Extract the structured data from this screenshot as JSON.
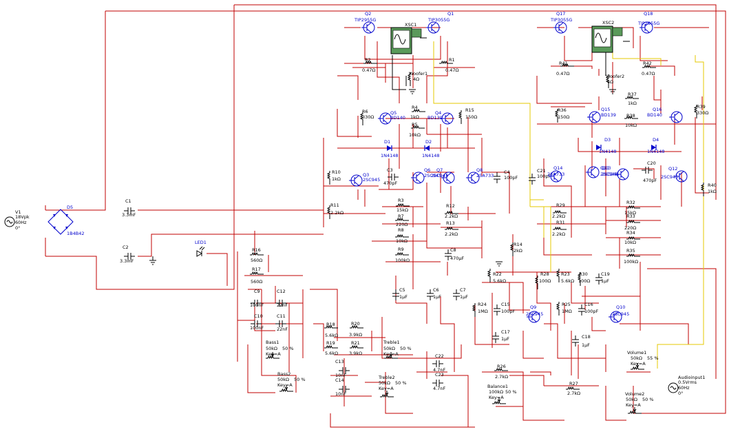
{
  "colors": {
    "wire": "#c00000",
    "wire_probe": "#e6c800",
    "semiconductor": "#0000cc",
    "scope_bg": "#5a9a5a"
  },
  "components": [
    {
      "id": "V1",
      "name": "V1",
      "lines": [
        "18Vpk",
        "60Hz",
        "0°"
      ]
    },
    {
      "id": "D5",
      "name": "D5",
      "value": "1B4B42"
    },
    {
      "id": "C1",
      "name": "C1",
      "value": "3.3mF"
    },
    {
      "id": "C2",
      "name": "C2",
      "value": "3.3mF"
    },
    {
      "id": "LED1",
      "name": "LED1"
    },
    {
      "id": "Q2",
      "name": "Q2",
      "value": "TIP2955G"
    },
    {
      "id": "Q1",
      "name": "Q1",
      "value": "TIP3055G"
    },
    {
      "id": "XSC1",
      "name": "XSC1"
    },
    {
      "id": "R2",
      "name": "R2",
      "value": "0.47Ω"
    },
    {
      "id": "R1",
      "name": "R1",
      "value": "0.47Ω"
    },
    {
      "id": "Woofer1",
      "name": "Woofer1",
      "value": "4Ω"
    },
    {
      "id": "R6",
      "name": "R6",
      "value": "330Ω"
    },
    {
      "id": "Q5",
      "name": "Q5",
      "value": "BD140"
    },
    {
      "id": "R4",
      "name": "R4",
      "value": "1kΩ"
    },
    {
      "id": "Q4",
      "name": "Q4",
      "value": "BD139"
    },
    {
      "id": "R15",
      "name": "R15",
      "value": "150Ω"
    },
    {
      "id": "R5",
      "name": "R5",
      "value": "10kΩ"
    },
    {
      "id": "D1",
      "name": "D1",
      "value": "1N4148"
    },
    {
      "id": "D2",
      "name": "D2",
      "value": "1N4148"
    },
    {
      "id": "R10",
      "name": "R10",
      "value": "1kΩ"
    },
    {
      "id": "Q3",
      "name": "Q3",
      "value": "2SC945"
    },
    {
      "id": "C3",
      "name": "C3",
      "value": "470pF"
    },
    {
      "id": "Q6",
      "name": "Q6",
      "value": "2SC945"
    },
    {
      "id": "Q7",
      "name": "Q7",
      "value": "2SC945"
    },
    {
      "id": "Q8",
      "name": "Q8",
      "value": "2SA733"
    },
    {
      "id": "C4",
      "name": "C4",
      "value": "100pF"
    },
    {
      "id": "R11",
      "name": "R11",
      "value": "2.2kΩ"
    },
    {
      "id": "R3",
      "name": "R3",
      "value": "15kΩ"
    },
    {
      "id": "R7",
      "name": "R7",
      "value": "220Ω"
    },
    {
      "id": "R12",
      "name": "R12",
      "value": "2.2kΩ"
    },
    {
      "id": "R13",
      "name": "R13",
      "value": "2.2kΩ"
    },
    {
      "id": "R8",
      "name": "R8",
      "value": "10kΩ"
    },
    {
      "id": "R9",
      "name": "R9",
      "value": "100kΩ"
    },
    {
      "id": "C8",
      "name": "C8",
      "value": "470µF"
    },
    {
      "id": "R14",
      "name": "R14",
      "value": "2kΩ"
    },
    {
      "id": "R16",
      "name": "R16",
      "value": "560Ω"
    },
    {
      "id": "R17",
      "name": "R17",
      "value": "560Ω"
    },
    {
      "id": "C9",
      "name": "C9",
      "value": "100nF"
    },
    {
      "id": "C12",
      "name": "C12",
      "value": "22nF"
    },
    {
      "id": "C10",
      "name": "C10",
      "value": "100nF"
    },
    {
      "id": "C11",
      "name": "C11",
      "value": "22nF"
    },
    {
      "id": "R18",
      "name": "R18",
      "value": "5.6kΩ"
    },
    {
      "id": "R20",
      "name": "R20",
      "value": "3.9kΩ"
    },
    {
      "id": "R19",
      "name": "R19",
      "value": "5.6kΩ"
    },
    {
      "id": "R21",
      "name": "R21",
      "value": "3.9kΩ"
    },
    {
      "id": "C5",
      "name": "C5",
      "value": "1µF"
    },
    {
      "id": "C6",
      "name": "C6",
      "value": "1µF"
    },
    {
      "id": "C7",
      "name": "C7",
      "value": "1µF"
    },
    {
      "id": "R24",
      "name": "R24",
      "value": "1MΩ"
    },
    {
      "id": "C15",
      "name": "C15",
      "value": "100pF"
    },
    {
      "id": "Q9",
      "name": "Q9",
      "value": "2SC945"
    },
    {
      "id": "C17",
      "name": "C17",
      "value": "1µF"
    },
    {
      "id": "R22",
      "name": "R22",
      "value": "5.6kΩ"
    },
    {
      "id": "R28",
      "name": "R28",
      "value": "100Ω"
    },
    {
      "id": "R23",
      "name": "R23",
      "value": "5.6kΩ"
    },
    {
      "id": "R30",
      "name": "R30",
      "value": "100Ω"
    },
    {
      "id": "C19",
      "name": "C19",
      "value": "1µF"
    },
    {
      "id": "R25",
      "name": "R25",
      "value": "1MΩ"
    },
    {
      "id": "C16",
      "name": "C16",
      "value": "100pF"
    },
    {
      "id": "Q10",
      "name": "Q10",
      "value": "2SC945"
    },
    {
      "id": "C18",
      "name": "C18",
      "value": "1µF"
    },
    {
      "id": "C13",
      "name": "C13",
      "value": "10nF"
    },
    {
      "id": "C14",
      "name": "C14",
      "value": "10nF"
    },
    {
      "id": "C22",
      "name": "C22",
      "value": "4.7nF"
    },
    {
      "id": "C23",
      "name": "C23",
      "value": "4.7nF"
    },
    {
      "id": "R26",
      "name": "R26",
      "value": "2.7kΩ"
    },
    {
      "id": "R27",
      "name": "R27",
      "value": "2.7kΩ"
    },
    {
      "id": "Q17",
      "name": "Q17",
      "value": "TIP3055G"
    },
    {
      "id": "XSC2",
      "name": "XSC2"
    },
    {
      "id": "Q18",
      "name": "Q18",
      "value": "TIP2955G"
    },
    {
      "id": "R41",
      "name": "R41",
      "value": "0.47Ω"
    },
    {
      "id": "R42",
      "name": "R42",
      "value": "0.47Ω"
    },
    {
      "id": "Woofer2",
      "name": "Woofer2",
      "value": "4Ω"
    },
    {
      "id": "R37",
      "name": "R37",
      "value": "1kΩ"
    },
    {
      "id": "R36",
      "name": "R36",
      "value": "150Ω"
    },
    {
      "id": "Q15",
      "name": "Q15",
      "value": "BD139"
    },
    {
      "id": "R38",
      "name": "R38",
      "value": "10kΩ"
    },
    {
      "id": "Q16",
      "name": "Q16",
      "value": "BD140"
    },
    {
      "id": "R39",
      "name": "R39",
      "value": "330Ω"
    },
    {
      "id": "D3",
      "name": "D3",
      "value": "1N4148"
    },
    {
      "id": "D4",
      "name": "D4",
      "value": "1N4148"
    },
    {
      "id": "C21",
      "name": "C21",
      "value": "100pF"
    },
    {
      "id": "Q14",
      "name": "Q14",
      "value": "2SA733"
    },
    {
      "id": "Q13",
      "name": "Q13",
      "value": "2SC945"
    },
    {
      "id": "Q11",
      "name": "Q11",
      "value": "2SC945"
    },
    {
      "id": "C20",
      "name": "C20",
      "value": "470pF"
    },
    {
      "id": "Q12",
      "name": "Q12",
      "value": "2SC945"
    },
    {
      "id": "R40",
      "name": "R40",
      "value": "1kΩ"
    },
    {
      "id": "R32",
      "name": "R32",
      "value": "15kΩ"
    },
    {
      "id": "R29",
      "name": "R29",
      "value": "2.2kΩ"
    },
    {
      "id": "R33",
      "name": "R33",
      "value": "220Ω"
    },
    {
      "id": "R31",
      "name": "R31",
      "value": "2.2kΩ"
    },
    {
      "id": "R34",
      "name": "R34",
      "value": "10kΩ"
    },
    {
      "id": "R35",
      "name": "R35",
      "value": "100kΩ"
    },
    {
      "id": "Bass1",
      "name": "Bass1",
      "lines": [
        "50kΩ",
        "Key=A"
      ],
      "percent": "50 %"
    },
    {
      "id": "Bass2",
      "name": "Bass2",
      "lines": [
        "50kΩ",
        "Key=A"
      ],
      "percent": "50 %"
    },
    {
      "id": "Treble1",
      "name": "Treble1",
      "lines": [
        "50kΩ",
        "Key=A"
      ],
      "percent": "50 %"
    },
    {
      "id": "Treble2",
      "name": "Treble2",
      "lines": [
        "50kΩ",
        "Key=A"
      ],
      "percent": "50 %"
    },
    {
      "id": "Balance1",
      "name": "Balance1",
      "lines": [
        "100kΩ",
        "Key=A"
      ],
      "percent": "50 %"
    },
    {
      "id": "Volume1",
      "name": "Volume1",
      "lines": [
        "50kΩ",
        "Key=A"
      ],
      "percent": "55 %"
    },
    {
      "id": "Volume2",
      "name": "Volume2",
      "lines": [
        "50kΩ",
        "Key=A"
      ],
      "percent": "50 %"
    },
    {
      "id": "AudioInput1",
      "name": "Audioinput1",
      "lines": [
        "0.5Vrms",
        "60Hz",
        "0°"
      ]
    }
  ]
}
